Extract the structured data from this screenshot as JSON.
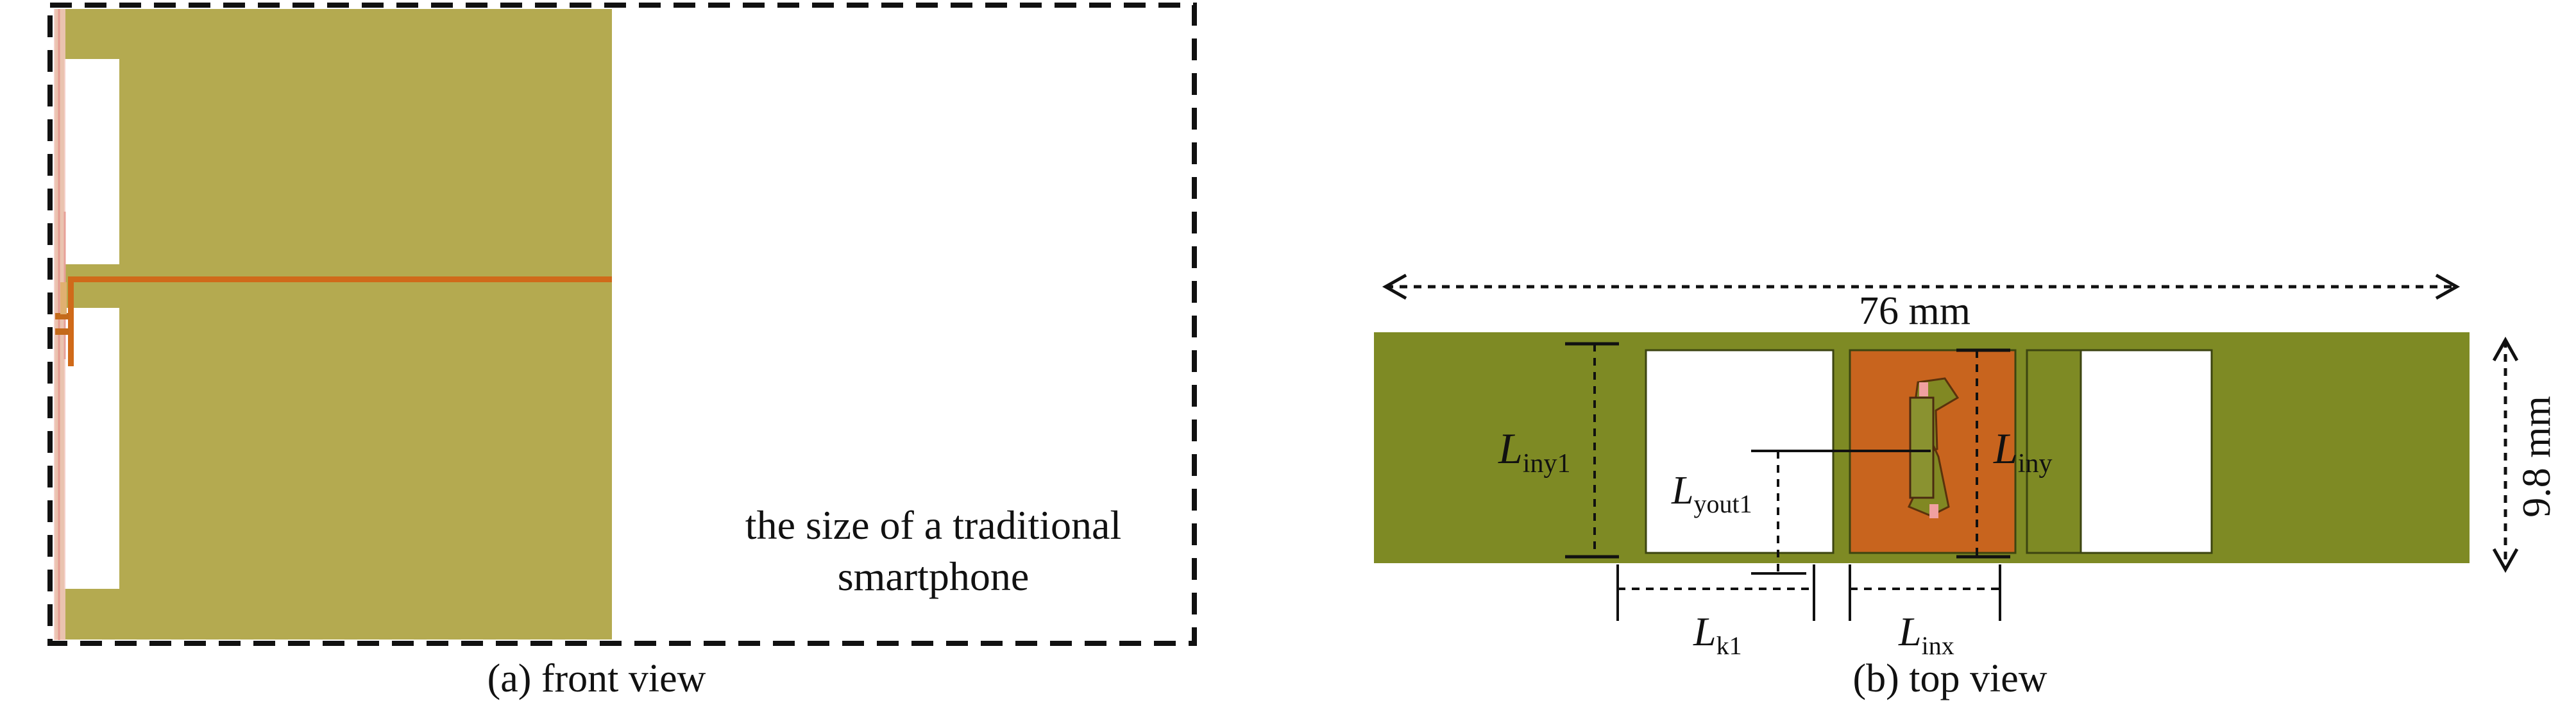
{
  "front_view": {
    "caption": "(a) front view",
    "phone_size_note_line1": "the size of a traditional",
    "phone_size_note_line2": "smartphone"
  },
  "top_view": {
    "caption": "(b) top view",
    "width_dimension": "76 mm",
    "height_dimension": "9.8 mm",
    "label_liny1": {
      "main": "L",
      "sub": "iny1"
    },
    "label_lyout1": {
      "main": "L",
      "sub": "yout1"
    },
    "label_liny": {
      "main": "L",
      "sub": "iny"
    },
    "label_lk1": {
      "main": "L",
      "sub": "k1"
    },
    "label_linx": {
      "main": "L",
      "sub": "inx"
    }
  },
  "colors": {
    "front_board": "#b4aa50",
    "top_board": "#7e8a24",
    "copper": "#c8641e",
    "copper_dark": "#a8521a",
    "feed_line": "#d06a1a",
    "pink": "#f0a0a0",
    "outline": "#111111"
  }
}
